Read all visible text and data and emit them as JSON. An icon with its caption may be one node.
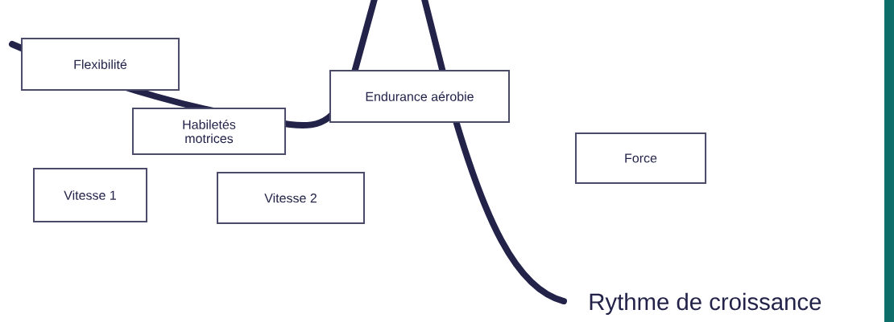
{
  "diagram": {
    "nodes": [
      {
        "text": [
          "Flexibilité"
        ]
      },
      {
        "text": [
          "Endurance aérobie"
        ]
      },
      {
        "text": [
          "Habiletés motrices"
        ]
      },
      {
        "text": [
          "Force"
        ]
      },
      {
        "text": [
          "Vitesse 1"
        ]
      },
      {
        "text": [
          "Vitesse 2"
        ]
      }
    ],
    "labels": [
      "Rythme de croissance"
    ]
  }
}
